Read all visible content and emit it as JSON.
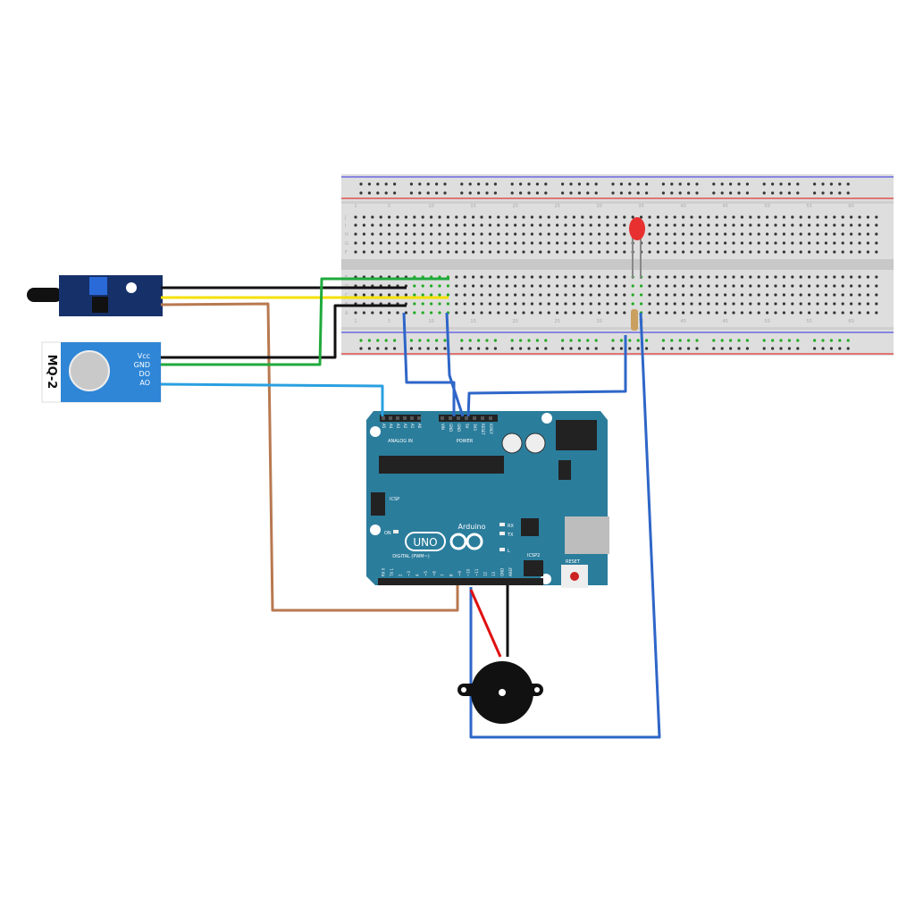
{
  "colors": {
    "board": "#2b7d9c",
    "breadboard": "#dcdcdc",
    "wire_blue": "#2e66c8",
    "wire_green": "#1faa3c",
    "wire_yellow": "#f4e000",
    "wire_black": "#111111",
    "wire_brown": "#b87950",
    "wire_red": "#e01010",
    "wire_lightblue": "#2aa0e0"
  },
  "breadboard": {
    "row_letters_top": [
      "J",
      "I",
      "H",
      "G",
      "F"
    ],
    "row_letters_bottom": [
      "E",
      "D",
      "C",
      "B",
      "A"
    ],
    "column_numbers": [
      "1",
      "5",
      "10",
      "15",
      "20",
      "25",
      "30",
      "35",
      "40",
      "45",
      "50",
      "55",
      "60"
    ]
  },
  "mq2": {
    "label": "MQ-2",
    "pins": [
      "Vcc",
      "GND",
      "DO",
      "AO"
    ]
  },
  "arduino": {
    "brand": "Arduino",
    "model": "UNO",
    "analog_label": "ANALOG IN",
    "power_label": "POWER",
    "digital_label": "DIGITAL (PWM~)",
    "icsp": "ICSP",
    "icsp2": "ICSP2",
    "reset": "RESET",
    "on": "ON",
    "rx": "RX",
    "tx": "TX",
    "l": "L",
    "analog_pins": [
      "A5",
      "A4",
      "A3",
      "A2",
      "A1",
      "A0"
    ],
    "power_pins": [
      "VIN",
      "GND",
      "GND",
      "5V",
      "3V3",
      "RESET",
      "IOREF"
    ],
    "digital_pins": [
      "AREF",
      "GND",
      "13",
      "12",
      "~11",
      "~10",
      "~9",
      "8",
      "7",
      "~6",
      "~5",
      "4",
      "~3",
      "2",
      "TX 1",
      "RX 0"
    ]
  }
}
